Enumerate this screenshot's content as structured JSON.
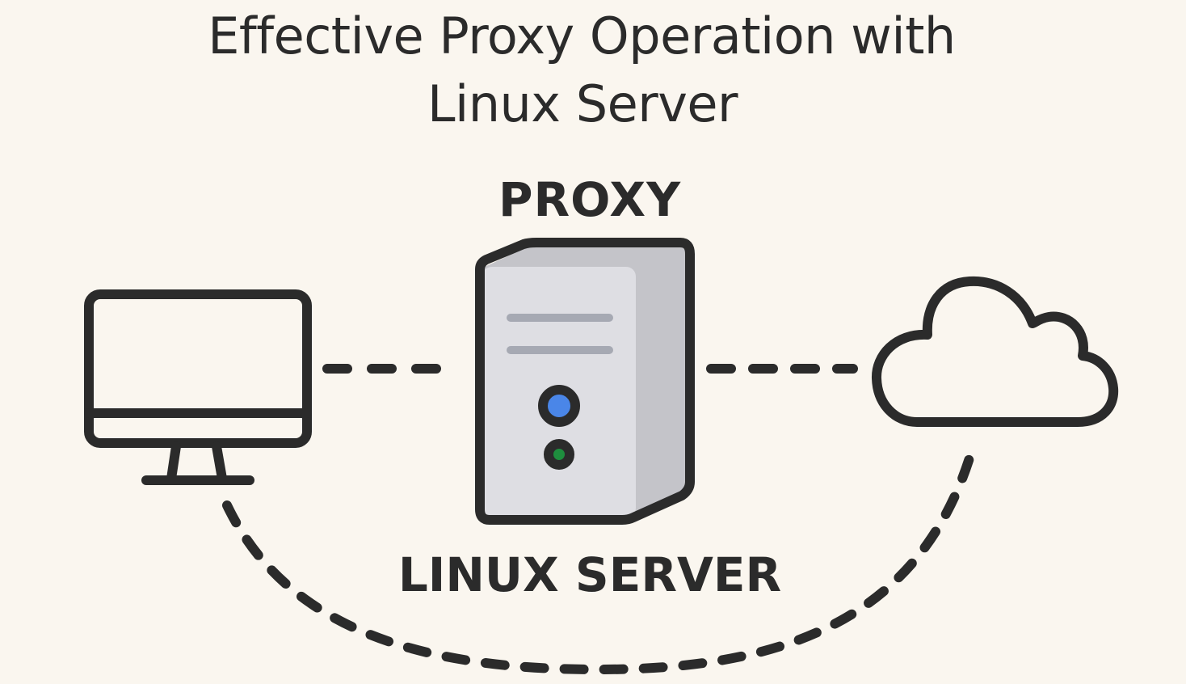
{
  "title": {
    "line1": "Effective Proxy Operation with",
    "line2": "Linux Server"
  },
  "nodes": {
    "proxy_label": "PROXY",
    "server_label": "LINUX SERVER",
    "client_icon": "desktop-monitor-icon",
    "proxy_icon": "server-tower-icon",
    "internet_icon": "cloud-icon"
  },
  "colors": {
    "background": "#faf6ef",
    "ink": "#2b2b2b",
    "server_body": "#dedee3",
    "server_side": "#c4c4c9",
    "server_stripe": "#a6a9b3",
    "led_blue": "#4a86e8",
    "led_green": "#1e8e3e"
  }
}
